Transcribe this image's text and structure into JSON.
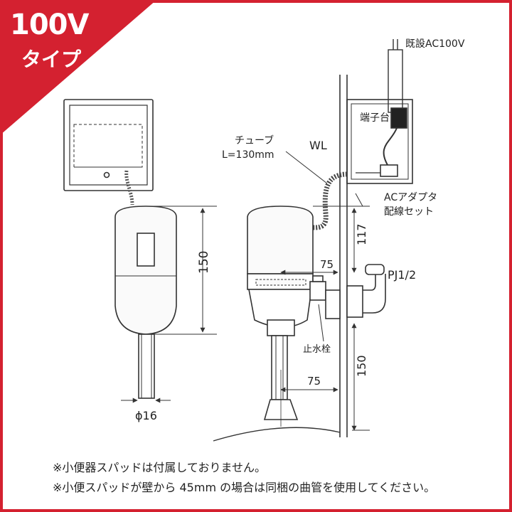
{
  "badge": {
    "voltage": "100V",
    "type": "タイプ",
    "color": "#d42130"
  },
  "labels": {
    "existing_power": "既設AC100V",
    "terminal_block": "端子台",
    "tube_name": "チューブ",
    "tube_length": "L=130mm",
    "wl": "WL",
    "ac_adapter_line1": "ACアダプタ",
    "ac_adapter_line2": "配線セット",
    "pipe_thread": "PJ1/2",
    "stop_valve": "止水栓"
  },
  "dimensions": {
    "left_height": "150",
    "pipe_diameter": "ϕ16",
    "upper_height": "117",
    "upper_offset": "75",
    "lower_height": "150",
    "lower_offset": "75"
  },
  "notes": {
    "line1": "※小便器スパッドは付属しておりません。",
    "line2": "※小便スパッドが壁から 45mm の場合は同梱の曲管を使用してください。"
  }
}
